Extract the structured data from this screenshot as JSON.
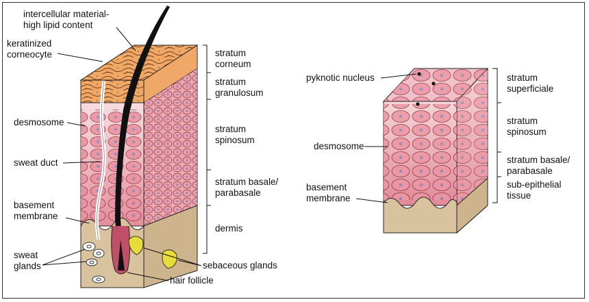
{
  "left_diagram": {
    "labels": {
      "intercellular": [
        "intercellular material-",
        "high lipid content"
      ],
      "corneocyte": [
        "keratinized",
        "corneocyte"
      ],
      "desmosome": "desmosome",
      "sweat_duct": "sweat duct",
      "basement": [
        "basement",
        "membrane"
      ],
      "sweat_glands": [
        "sweat",
        "glands"
      ],
      "sebaceous": "sebaceous glands",
      "hair_follicle": "hair follicle"
    },
    "layers": [
      [
        "stratum",
        "corneum"
      ],
      [
        "stratum",
        "granulosum"
      ],
      [
        "stratum",
        "spinosum"
      ],
      [
        "stratum basale/",
        "parabasale"
      ],
      [
        "dermis"
      ]
    ]
  },
  "right_diagram": {
    "labels": {
      "pyknotic": "pyknotic nucleus",
      "desmosome": "desmosome",
      "basement": [
        "basement",
        "membrane"
      ]
    },
    "layers": [
      [
        "stratum",
        "superficiale"
      ],
      [
        "stratum",
        "spinosum"
      ],
      [
        "stratum basale/",
        "parabasale"
      ],
      [
        "sub-epithelial",
        "tissue"
      ]
    ]
  },
  "colors": {
    "corneum": "#f0a868",
    "epidermis_top": "#f4d4d8",
    "epidermis_bottom": "#e89aa6",
    "cell": "#e57e8c",
    "nucleus": "#8a86b8",
    "dermis": "#d9c29e",
    "gland": "#e8dc3a"
  }
}
